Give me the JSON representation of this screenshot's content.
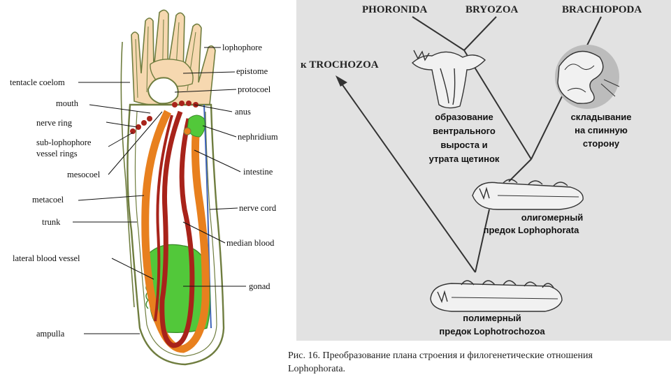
{
  "left_diagram": {
    "labels": {
      "lophophore": "lophophore",
      "epistome": "epistome",
      "protocoel": "protocoel",
      "anus": "anus",
      "nephridium": "nephridium",
      "intestine": "intestine",
      "nerve_cord": "nerve cord",
      "median_blood": "median blood",
      "gonad": "gonad",
      "tentacle_coelom": "tentacle coelom",
      "mouth": "mouth",
      "nerve_ring": "nerve ring",
      "sub_lophophore_1": "sub-lophophore",
      "sub_lophophore_2": "vessel rings",
      "mesocoel": "mesocoel",
      "metacoel": "metacoel",
      "trunk": "trunk",
      "lateral_blood_vessel": "lateral blood vessel",
      "ampulla": "ampulla"
    },
    "colors": {
      "outline": "#6f7d3f",
      "tentacle_fill": "#f6d8b0",
      "orange": "#e8801e",
      "red": "#a8231a",
      "green": "#52c83a",
      "blue": "#3d63b8"
    }
  },
  "right_diagram": {
    "titles": {
      "phoronida": "PHORONIDA",
      "bryozoa": "BRYOZOA",
      "brachiopoda": "BRACHIOPODA",
      "trochozoa": "к TROCHOZOA"
    },
    "node_phoronid": [
      "образование",
      "вентрального",
      "выроста и",
      "утрата щетинок"
    ],
    "node_brachio": [
      "складывание",
      "на спинную",
      "сторону"
    ],
    "node_oligomer": [
      "олигомерный",
      "предок Lophophorata"
    ],
    "node_polymer": [
      "полимерный",
      "предок Lophotrochozoa"
    ],
    "colors": {
      "panel": "#e2e2e2",
      "ink": "#333333"
    }
  },
  "caption": {
    "line1": "Рис. 16. Преобразование плана строения и филогенетические отношения",
    "line2": "Lophophorata."
  }
}
